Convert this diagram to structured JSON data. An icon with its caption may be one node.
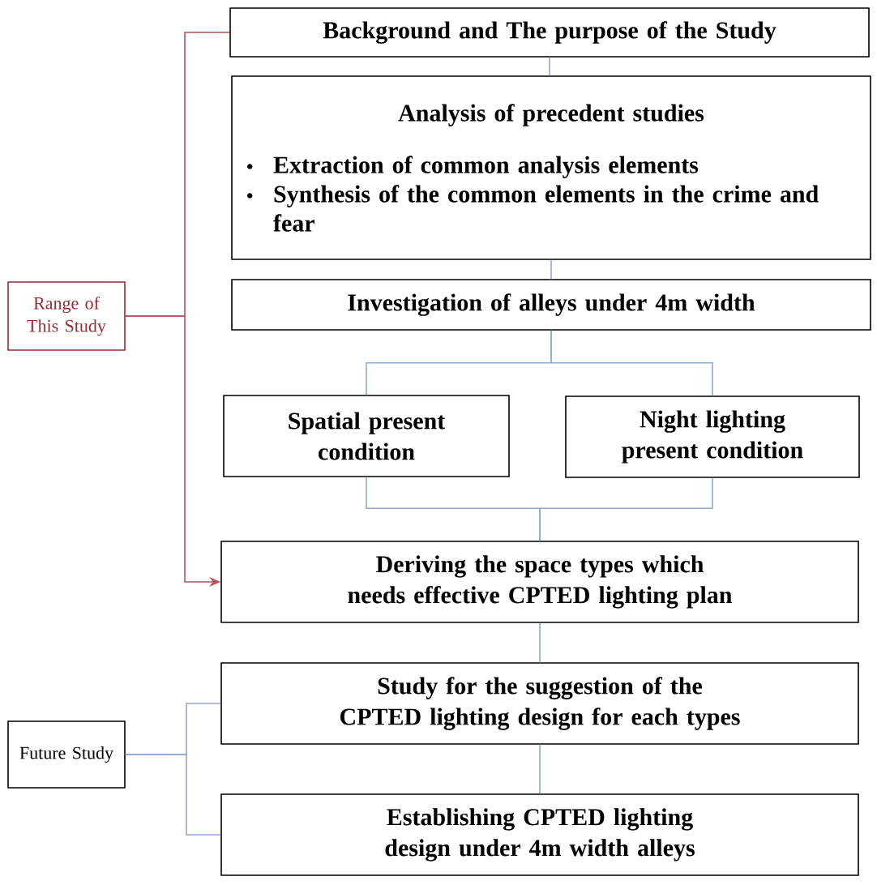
{
  "diagram": {
    "nodes": [
      {
        "text": [
          "Background and The purpose of the Study"
        ]
      },
      {
        "text": [
          "Analysis of precedent studies",
          "Extraction of common analysis elements",
          "Synthesis of the common elements in the crime and fear"
        ]
      },
      {
        "text": [
          "Investigation of alleys under 4m width"
        ]
      },
      {
        "text": [
          "Spatial present condition"
        ]
      },
      {
        "text": [
          "Night lighting present condition"
        ]
      },
      {
        "text": [
          "Deriving the space types which needs effective CPTED lighting plan"
        ]
      },
      {
        "text": [
          "Study for the suggestion of the CPTED lighting design for each types"
        ]
      },
      {
        "text": [
          "Establishing CPTED lighting design under 4m width alleys"
        ]
      },
      {
        "text": [
          "Range of This Study"
        ]
      },
      {
        "text": [
          "Future Study"
        ]
      }
    ],
    "edges": [
      {
        "from": 0,
        "to": 1,
        "arrow": "none"
      },
      {
        "from": 1,
        "to": 2,
        "arrow": "none"
      },
      {
        "from": 2,
        "to": 3,
        "arrow": "none"
      },
      {
        "from": 2,
        "to": 4,
        "arrow": "none"
      },
      {
        "from": 3,
        "to": 5,
        "arrow": "none"
      },
      {
        "from": 4,
        "to": 5,
        "arrow": "none"
      },
      {
        "from": 5,
        "to": 6,
        "arrow": "none"
      },
      {
        "from": 6,
        "to": 7,
        "arrow": "none"
      },
      {
        "from": 8,
        "to": 0,
        "arrow": "none",
        "color": "#b5535b"
      },
      {
        "from": 8,
        "to": 5,
        "arrow": "to",
        "color": "#b5535b"
      },
      {
        "from": 9,
        "to": 6,
        "arrow": "none"
      },
      {
        "from": 9,
        "to": 7,
        "arrow": "none"
      }
    ]
  }
}
